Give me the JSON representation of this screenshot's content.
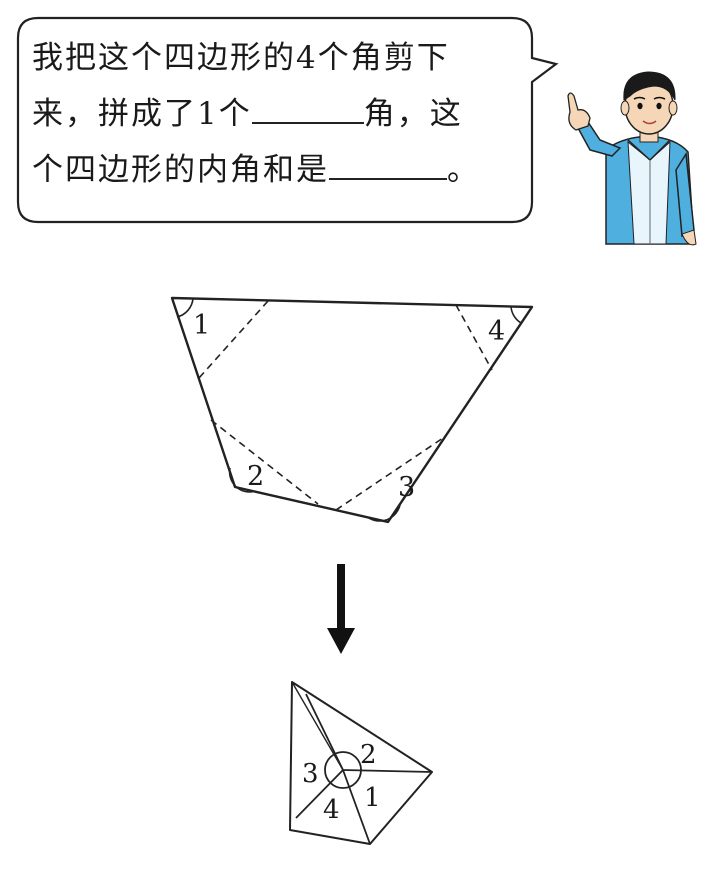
{
  "speech": {
    "part1": "我把这个四边形的4个角剪下",
    "part2a": "来，拼成了1个",
    "part2b": "角，这",
    "part3a": "个四边形的内角和是",
    "part3b": "。"
  },
  "quad_labels": {
    "a1": "1",
    "a2": "2",
    "a3": "3",
    "a4": "4"
  },
  "combined_labels": {
    "a1": "1",
    "a2": "2",
    "a3": "3",
    "a4": "4"
  },
  "colors": {
    "line": "#222222",
    "shirt": "#4fb0e0",
    "skin": "#f5d7b8",
    "hair": "#1a1a1a",
    "pants": "#3a5a8a"
  }
}
